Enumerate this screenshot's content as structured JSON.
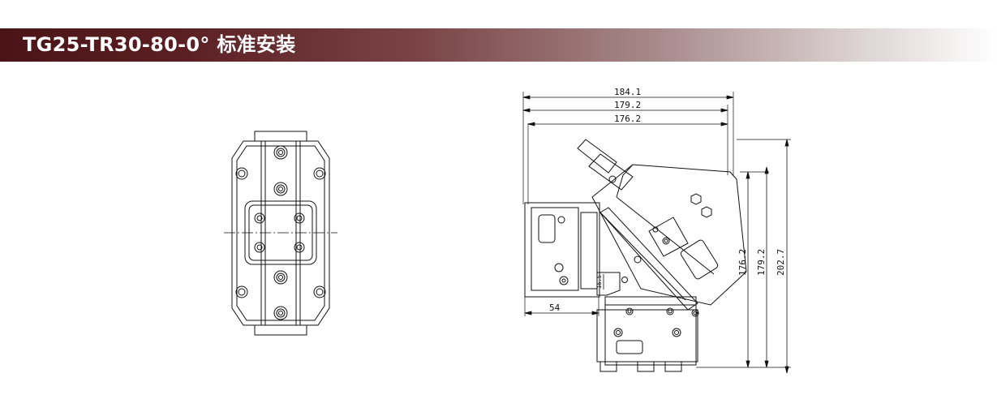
{
  "header": {
    "title": "TG25-TR30-80-0° 标准安装"
  },
  "side_view": {
    "dimensions": {
      "top_overall": "184.1",
      "top_middle": "179.2",
      "top_inner": "176.2",
      "height_inner": "176.2",
      "height_middle": "179.2",
      "height_overall": "202.7",
      "base_width": "54",
      "small_offset": "16.5"
    }
  }
}
